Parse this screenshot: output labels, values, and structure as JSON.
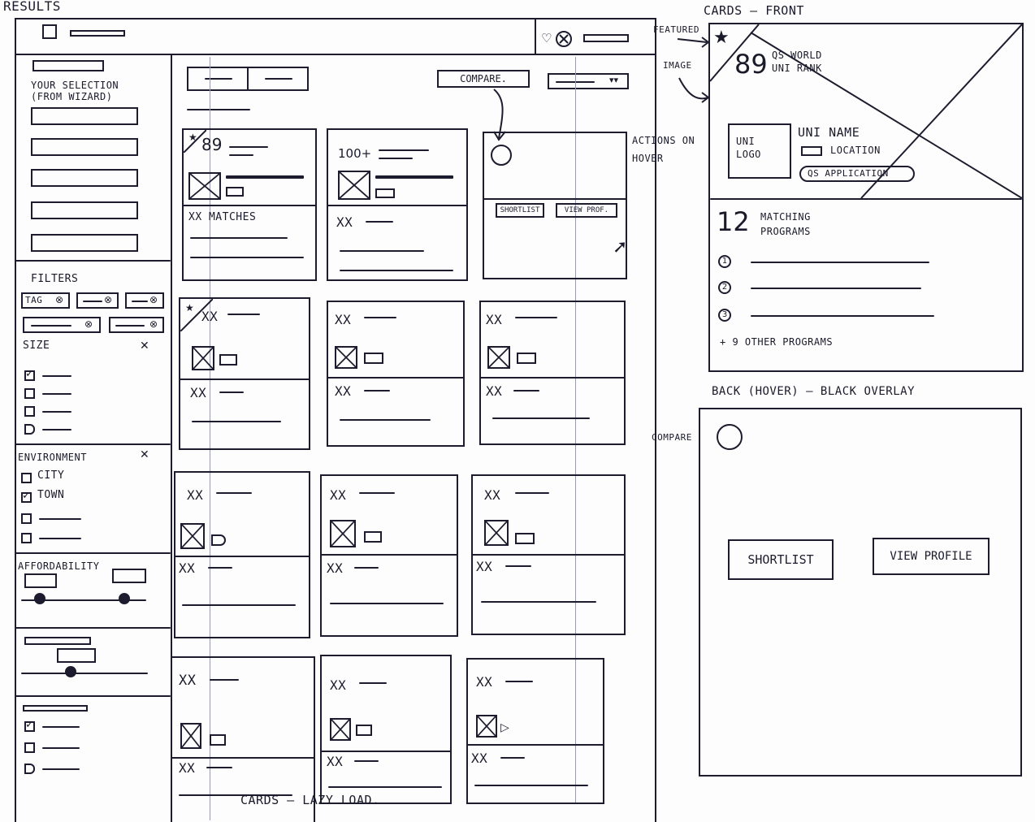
{
  "labels": {
    "results": "RESULTS",
    "compare": "COMPARE.",
    "your_selection": "YOUR SELECTION (FROM WIZARD)",
    "filters": "FILTERS",
    "filter_tag": "TAG",
    "size": "SIZE",
    "environment": "ENVIRONMENT",
    "env_city": "CITY",
    "env_town": "TOWN",
    "affordability": "AFFORDABILITY",
    "actions_on_hover": "ACTIONS ON HOVER",
    "lazy_load": "CARDS — LAZY LOAD.",
    "cards_front": "CARDS — FRONT",
    "featured": "FEATURED",
    "image": "IMAGE",
    "back_overlay": "BACK (HOVER) — BLACK OVERLAY",
    "compare_side": "COMPARE"
  },
  "grid_cards": [
    {
      "rank": "89",
      "matches": "XX MATCHES"
    },
    {
      "rank": "100+",
      "matches": "XX"
    },
    {
      "hover": true,
      "btn1": "SHORTLIST",
      "btn2": "VIEW PROF."
    },
    {
      "rank": "XX",
      "matches": "XX"
    },
    {
      "rank": "XX",
      "matches": "XX"
    },
    {
      "rank": "XX",
      "matches": "XX"
    },
    {
      "rank": "XX",
      "matches": "XX"
    },
    {
      "rank": "XX",
      "matches": "XX"
    },
    {
      "rank": "XX",
      "matches": "XX"
    },
    {
      "rank": "XX",
      "matches": "XX"
    },
    {
      "rank": "XX",
      "matches": "XX"
    },
    {
      "rank": "XX",
      "matches": "XX"
    }
  ],
  "front_card": {
    "rank": "89",
    "rank_label": "QS WORLD UNI RANK",
    "logo": "UNI LOGO",
    "name": "UNI NAME",
    "location": "LOCATION",
    "application": "QS APPLICATION",
    "matching_count": "12",
    "matching_label": "MATCHING PROGRAMS",
    "programs": [
      "1",
      "2",
      "3"
    ],
    "other": "+ 9 OTHER PROGRAMS"
  },
  "back_card": {
    "shortlist": "SHORTLIST",
    "view_profile": "VIEW PROFILE"
  }
}
